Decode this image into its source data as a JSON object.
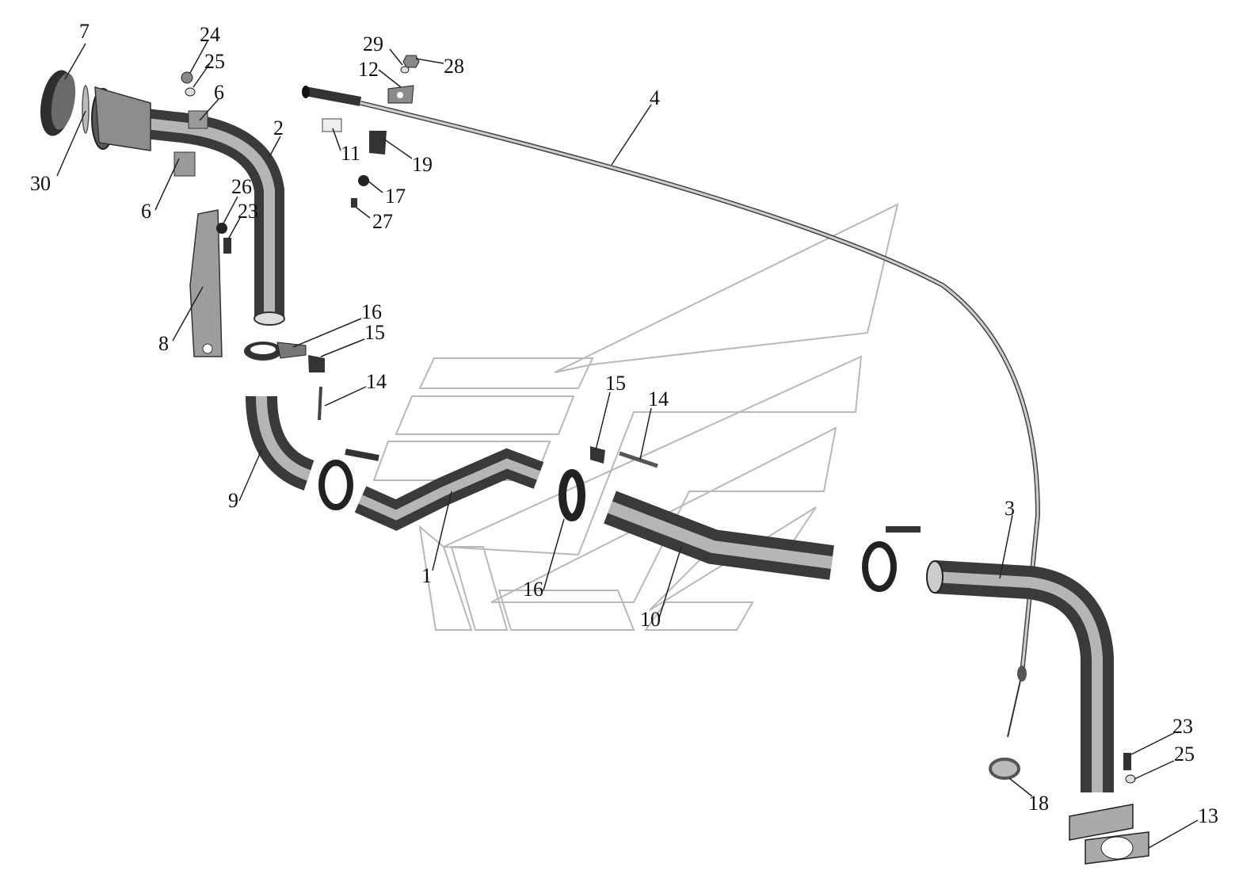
{
  "diagram": {
    "type": "exploded-parts-view",
    "callouts": [
      "1",
      "2",
      "3",
      "4",
      "6",
      "6",
      "7",
      "8",
      "9",
      "10",
      "11",
      "12",
      "13",
      "14",
      "14",
      "15",
      "15",
      "16",
      "16",
      "17",
      "18",
      "19",
      "23",
      "23",
      "24",
      "25",
      "25",
      "26",
      "27",
      "28",
      "29",
      "30"
    ]
  },
  "colors": {
    "part_dark": "#3a3a3a",
    "part_mid": "#8a8a8a",
    "part_light": "#cfcfcf",
    "logo_outline": "#b8b8b8",
    "cable": "#c8c8c8"
  }
}
